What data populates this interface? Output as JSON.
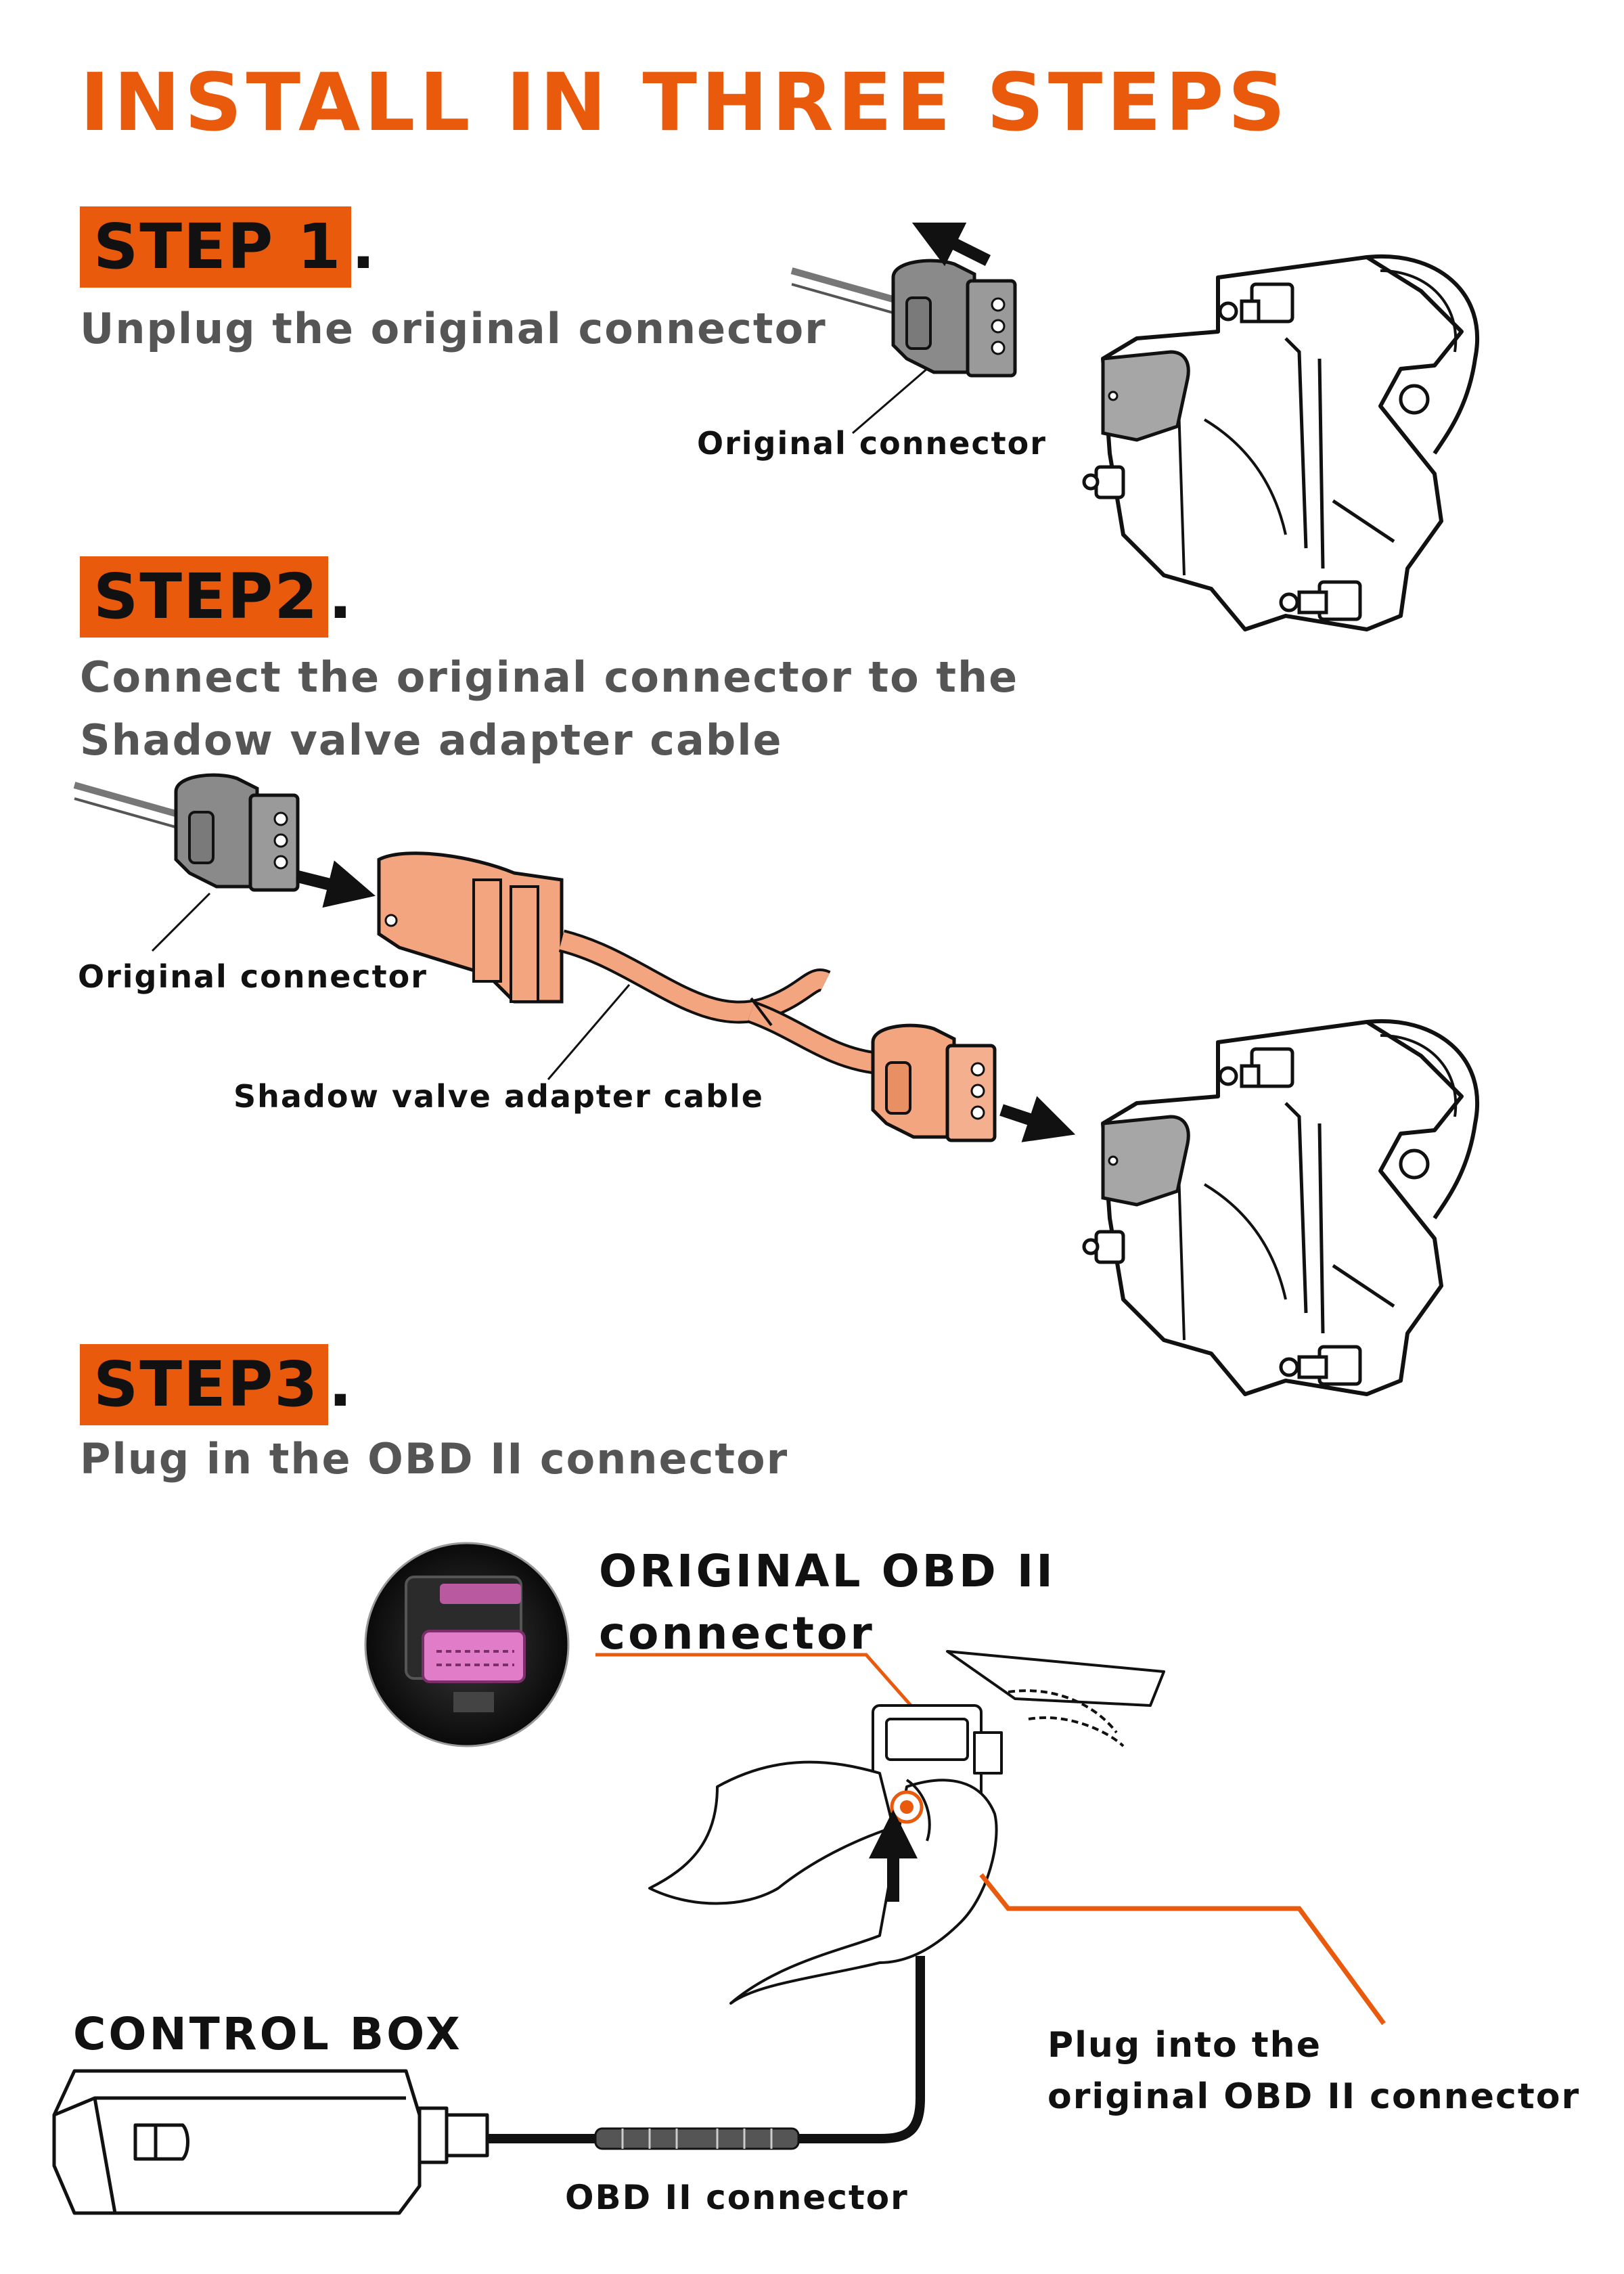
{
  "title": "INSTALL IN THREE STEPS",
  "steps": [
    {
      "badge": "STEP 1",
      "dot": ".",
      "text": "Unplug the original connector"
    },
    {
      "badge": "STEP2",
      "dot": ".",
      "text_line1": "Connect the original connector to the",
      "text_line2": "Shadow valve adapter cable"
    },
    {
      "badge": "STEP3",
      "dot": ".",
      "text": "Plug in the OBD II connector"
    }
  ],
  "labels": {
    "step1_original_connector": "Original connector",
    "step2_original_connector": "Original connector",
    "adapter_cable": "Shadow valve adapter cable",
    "original_obd_line1": "ORIGINAL OBD II",
    "original_obd_line2": "connector",
    "control_box": "CONTROL BOX",
    "obd_connector": "OBD II connector",
    "plug_into_line1": "Plug into the",
    "plug_into_line2": "original OBD II connector"
  },
  "colors": {
    "accent": "#e95a0c",
    "adapter": "#f2a57e",
    "heading_text": "#555555",
    "label_text": "#111111",
    "connector_gray": "#8a8a8a",
    "valve_gray": "#a6a6a6",
    "obd_pink": "#e07cc8"
  },
  "icons": [
    "arrow-left-icon",
    "arrow-right-icon",
    "arrow-up-icon"
  ]
}
